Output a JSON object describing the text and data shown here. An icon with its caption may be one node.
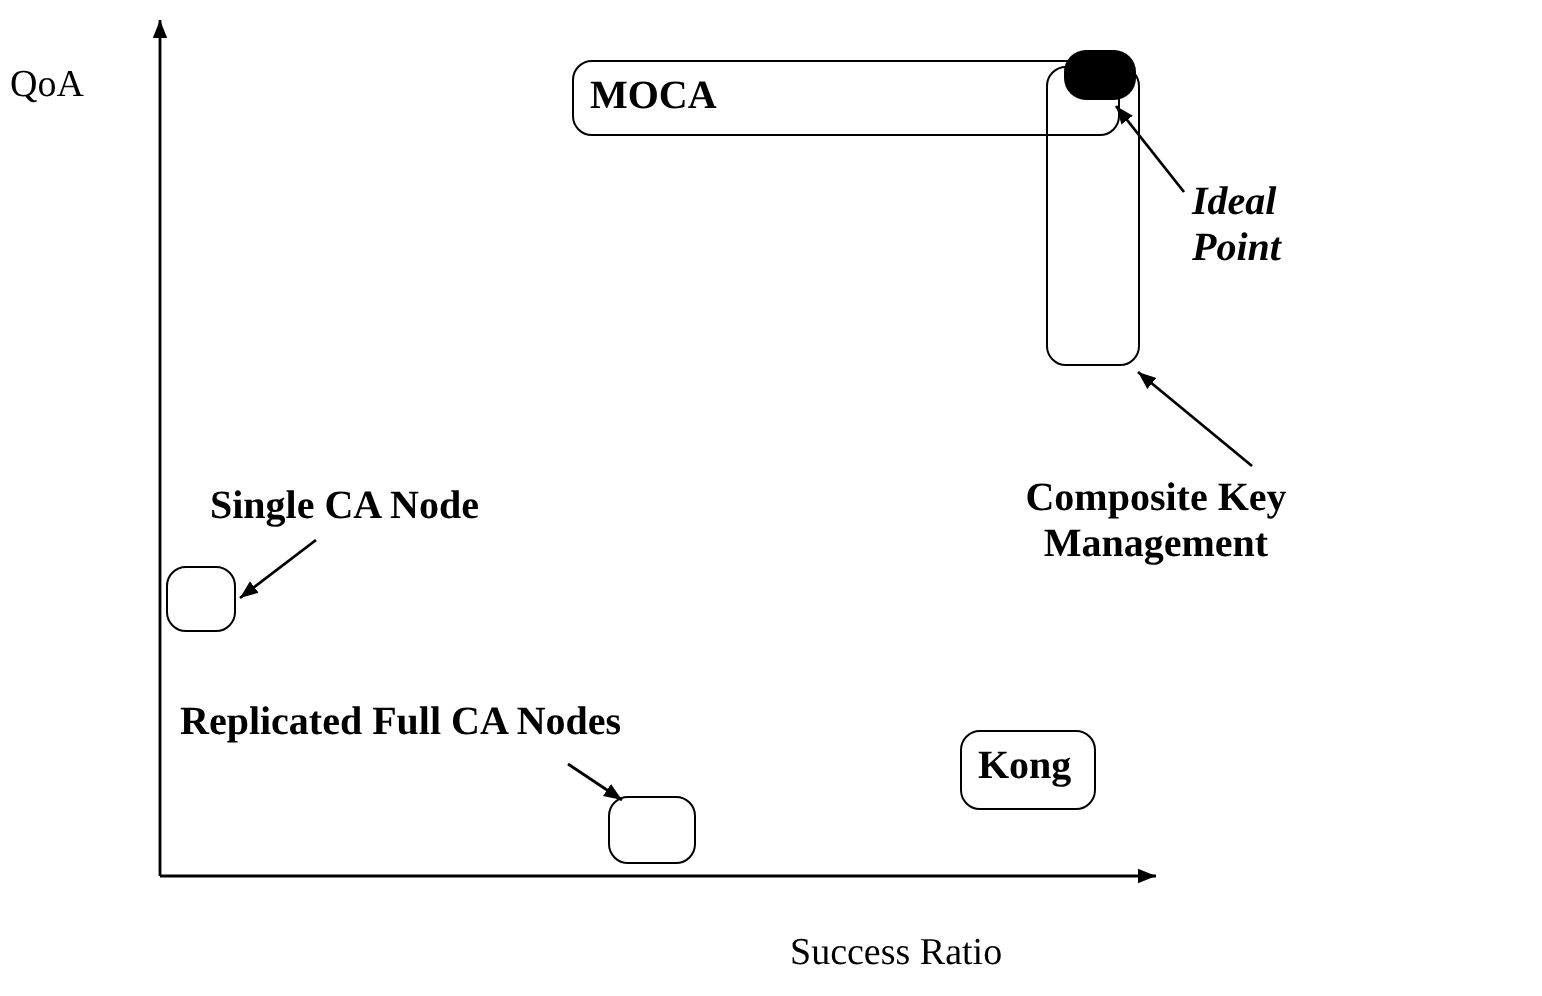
{
  "diagram": {
    "nodes": [
      {
        "text": [
          "MOCA"
        ]
      },
      {
        "text": [],
        "shape": "box"
      },
      {
        "text": [
          "Ideal Point"
        ]
      },
      {
        "text": [],
        "shape": "box"
      },
      {
        "text": [
          "Composite Key Management"
        ]
      },
      {
        "text": [
          "Single CA Node"
        ]
      },
      {
        "text": [],
        "shape": "box"
      },
      {
        "text": [
          "Replicated Full CA Nodes"
        ]
      },
      {
        "text": [],
        "shape": "box"
      },
      {
        "text": [
          "Kong"
        ]
      }
    ],
    "edges": [
      {
        "from": 2,
        "to": 1,
        "arrow": "to"
      },
      {
        "from": 4,
        "to": 3,
        "arrow": "to"
      },
      {
        "from": 5,
        "to": 6,
        "arrow": "to"
      },
      {
        "from": 7,
        "to": 8,
        "arrow": "to"
      }
    ],
    "labels": [
      "QoA",
      "Success Ratio"
    ]
  }
}
